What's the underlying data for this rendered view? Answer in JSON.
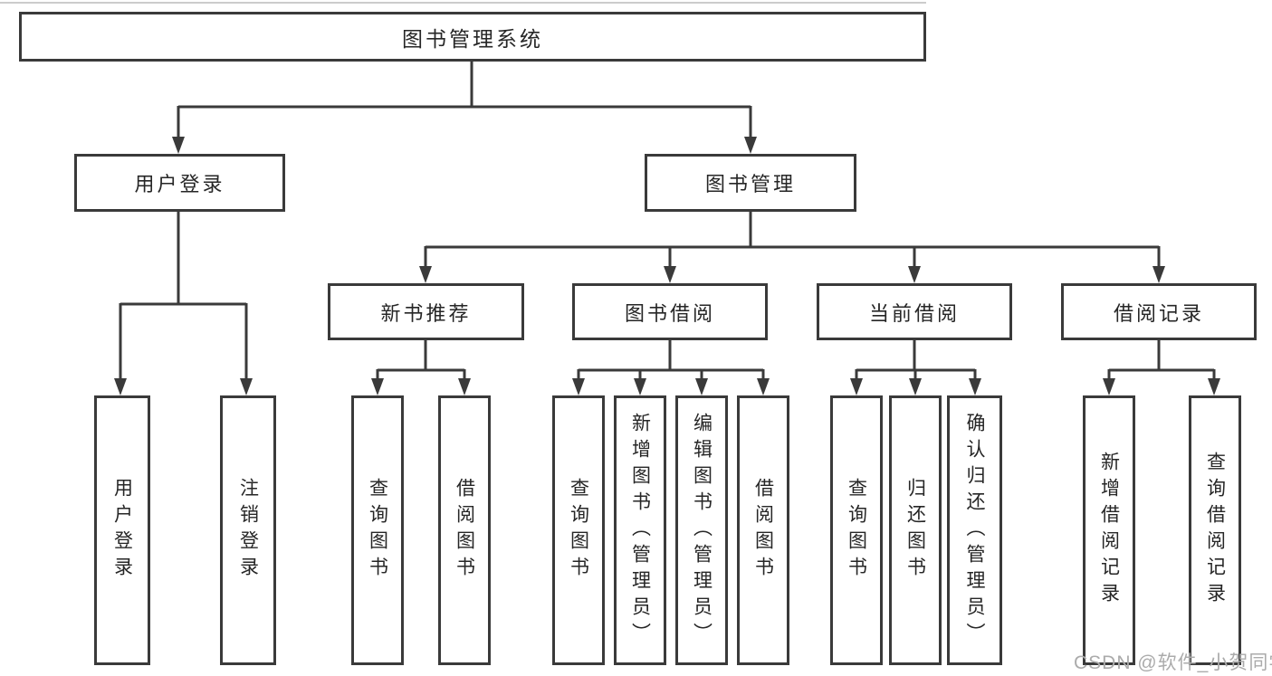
{
  "watermark": {
    "text": "CSDN @软件_小贺同学",
    "color": "#ababab"
  },
  "diagram": {
    "type": "hierarchy-tree",
    "line_color": "#3a3a3a",
    "box_border_color": "#3a3a3a",
    "text_color": "#262626",
    "background": "#ffffff",
    "tree": {
      "label": "图书管理系统",
      "children": [
        {
          "label": "用户登录",
          "children": [
            {
              "label": "用户登录"
            },
            {
              "label": "注销登录"
            }
          ]
        },
        {
          "label": "图书管理",
          "children": [
            {
              "label": "新书推荐",
              "children": [
                {
                  "label": "查询图书"
                },
                {
                  "label": "借阅图书"
                }
              ]
            },
            {
              "label": "图书借阅",
              "children": [
                {
                  "label": "查询图书"
                },
                {
                  "label": "新增图书（管理员）"
                },
                {
                  "label": "编辑图书（管理员）"
                },
                {
                  "label": "借阅图书"
                }
              ]
            },
            {
              "label": "当前借阅",
              "children": [
                {
                  "label": "查询图书"
                },
                {
                  "label": "归还图书"
                },
                {
                  "label": "确认归还（管理员）"
                }
              ]
            },
            {
              "label": "借阅记录",
              "children": [
                {
                  "label": "新增借阅记录"
                },
                {
                  "label": "查询借阅记录"
                }
              ]
            }
          ]
        }
      ]
    }
  }
}
